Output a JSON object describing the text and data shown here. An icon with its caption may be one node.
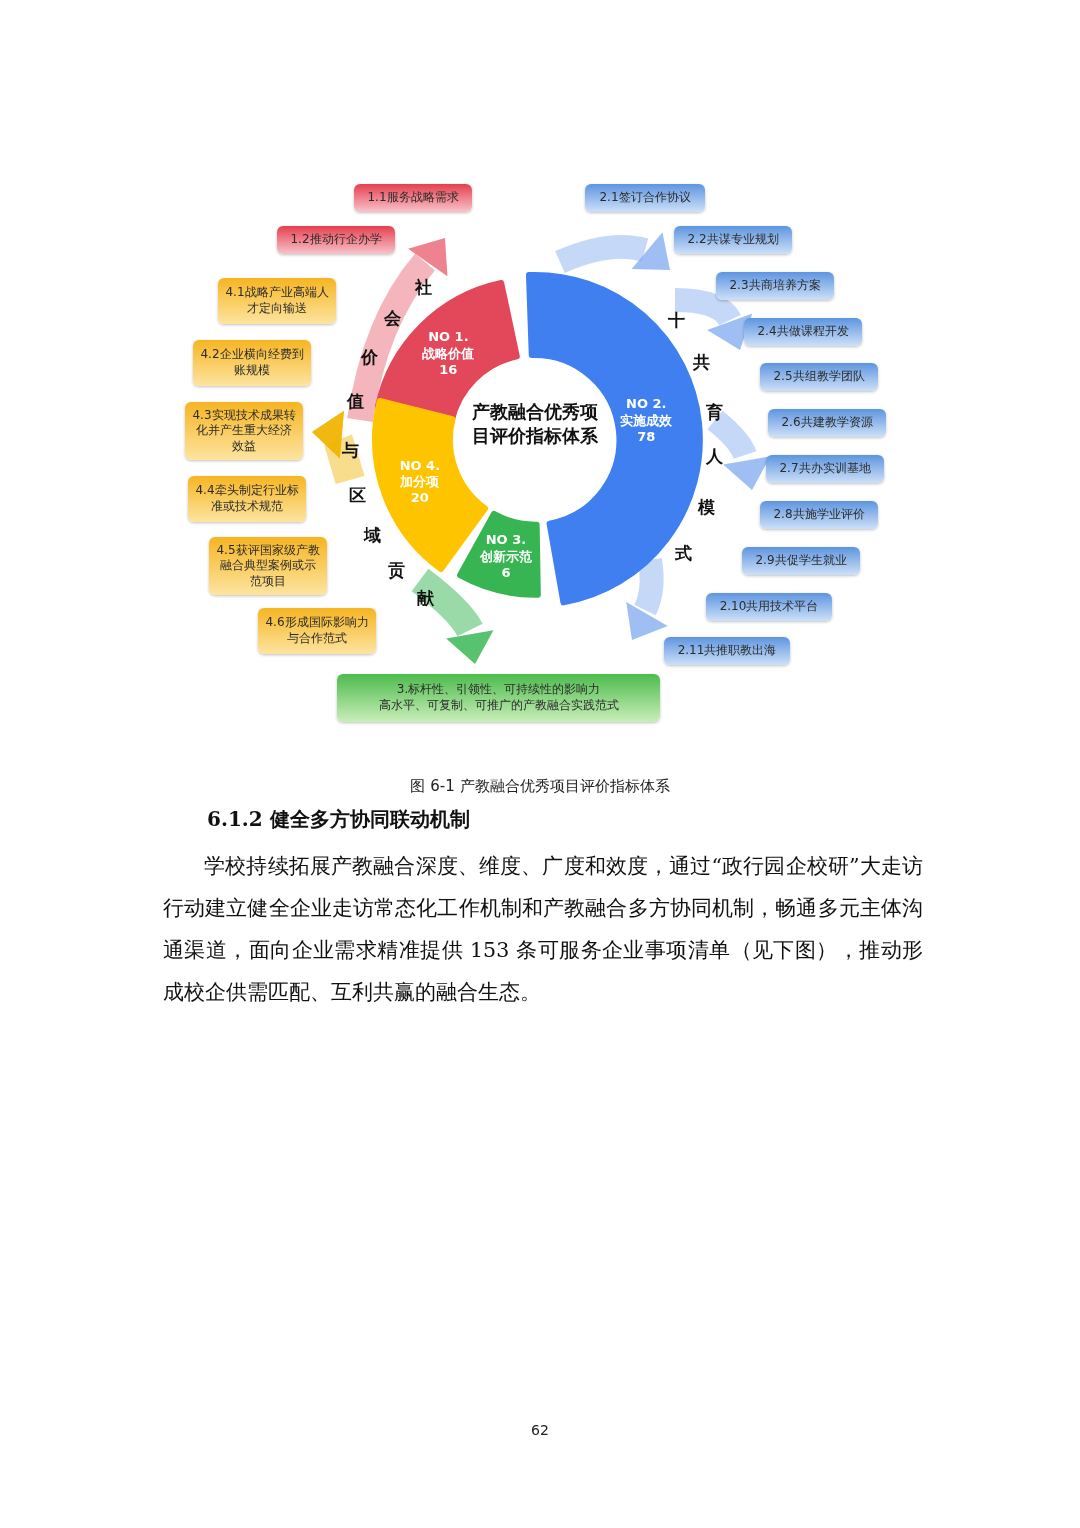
{
  "diagram": {
    "caption": "图 6-1 产教融合优秀项目评价指标体系",
    "nodes": [
      {
        "text": [
          "NO 1.",
          "战略价值",
          "16"
        ]
      },
      {
        "text": [
          "NO 2.",
          "实施成效",
          "78"
        ]
      },
      {
        "text": [
          "NO 3.",
          "创新示范",
          "6"
        ]
      },
      {
        "text": [
          "NO 4.",
          "加分项",
          "20"
        ]
      },
      {
        "text": [
          "1.1服务战略需求"
        ]
      },
      {
        "text": [
          "1.2推动行企办学"
        ]
      },
      {
        "text": [
          "2.1签订合作协议"
        ]
      },
      {
        "text": [
          "2.2共谋专业规划"
        ]
      },
      {
        "text": [
          "2.3共商培养方案"
        ]
      },
      {
        "text": [
          "2.4共做课程开发"
        ]
      },
      {
        "text": [
          "2.5共组教学团队"
        ]
      },
      {
        "text": [
          "2.6共建教学资源"
        ]
      },
      {
        "text": [
          "2.7共办实训基地"
        ]
      },
      {
        "text": [
          "2.8共施学业评价"
        ]
      },
      {
        "text": [
          "2.9共促学生就业"
        ]
      },
      {
        "text": [
          "2.10共用技术平台"
        ]
      },
      {
        "text": [
          "2.11共推职教出海"
        ]
      },
      {
        "text": [
          "3.标杆性、引领性、可持续性的影响力",
          "高水平、可复制、可推广的产教融合实践范式"
        ]
      },
      {
        "text": [
          "4.1战略产业高端人才定向输送"
        ]
      },
      {
        "text": [
          "4.2企业横向经费到账规模"
        ]
      },
      {
        "text": [
          "4.3实现技术成果转化并产生重大经济效益"
        ]
      },
      {
        "text": [
          "4.4牵头制定行业标准或技术规范"
        ]
      },
      {
        "text": [
          "4.5获评国家级产教融合典型案例或示范项目"
        ]
      },
      {
        "text": [
          "4.6形成国际影响力与合作范式"
        ]
      }
    ],
    "labels": [
      "社会价值与区域贡献",
      "十共育人模式",
      "产教融合优秀项目评价指标体系",
      "6.1.2 健全多方协同联动机制",
      "学校持续拓展产教融合深度、维度、广度和效度，通过“政行园企校研”大走访行动建立健全企业走访常态化工作机制和产教融合多方协同机制，畅通多元主体沟通渠道，面向企业需求精准提供 153 条可服务企业事项清单（见下图），推动形成校企供需匹配、互利共赢的融合生态。",
      "62"
    ]
  }
}
